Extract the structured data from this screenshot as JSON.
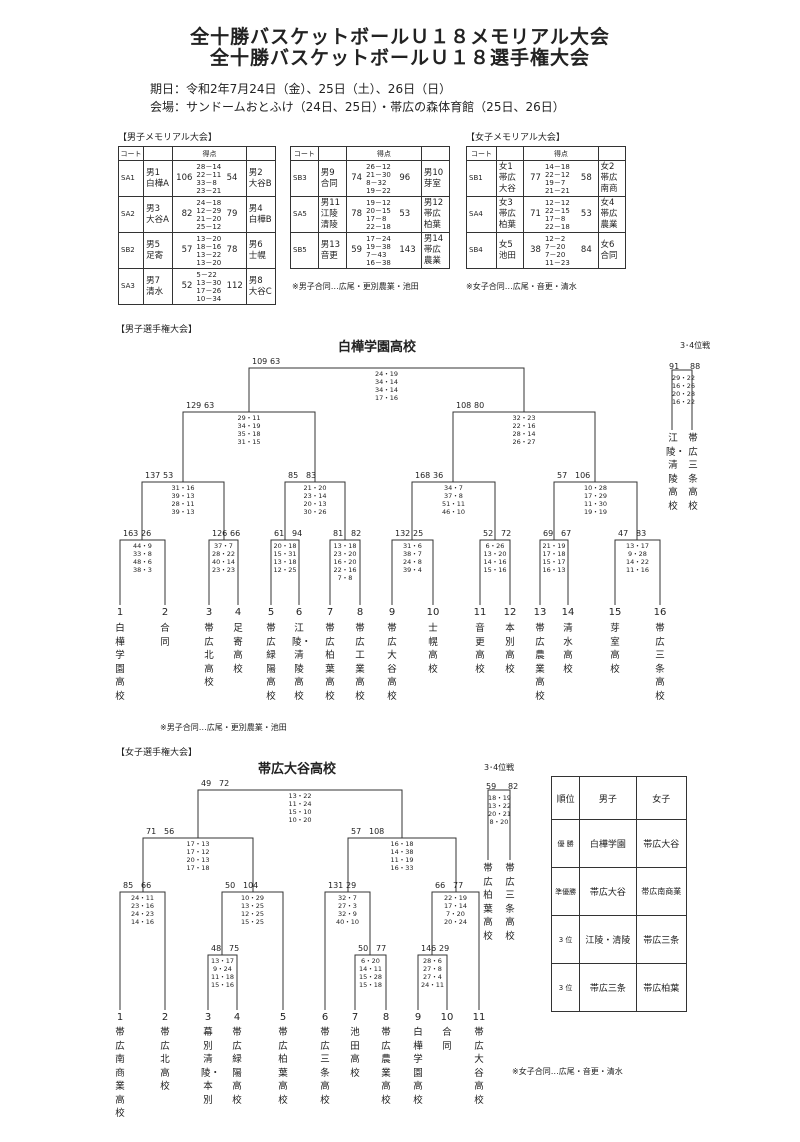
{
  "header": {
    "title1": "全十勝バスケットボールＵ１８メモリアル大会",
    "title2": "全十勝バスケットボールＵ１８選手権大会",
    "dates": "期日：令和2年7月24日（金）、25日（土）、26日（日）",
    "venue": "会場：サンドームおとふけ（24日、25日）・帯広の森体育館（25日、26日）"
  },
  "labels": {
    "boys_memorial": "【男子メモリアル大会】",
    "girls_memorial": "【女子メモリアル大会】",
    "boys_champ": "【男子選手権大会】",
    "girls_champ": "【女子選手権大会】",
    "court": "コート",
    "score": "得点",
    "third_place": "3･4位戦",
    "boys_note": "※男子合同…広尾・更別農業・池田",
    "girls_note": "※女子合同…広尾・音更・清水",
    "boys_champion": "白樺学園高校",
    "girls_champion": "帯広大谷高校"
  },
  "memorial_tables": [
    {
      "rows": [
        {
          "court": "SA1",
          "a_no": "男1",
          "a_name": "白樺A",
          "a": "106",
          "q": "28－14\n22－11\n33－8\n23－21",
          "b": "54",
          "b_no": "男2",
          "b_name": "大谷B"
        },
        {
          "court": "SA2",
          "a_no": "男3",
          "a_name": "大谷A",
          "a": "82",
          "q": "24－18\n12－29\n21－20\n25－12",
          "b": "79",
          "b_no": "男4",
          "b_name": "白樺B"
        },
        {
          "court": "SB2",
          "a_no": "男5",
          "a_name": "足寄",
          "a": "57",
          "q": "13－20\n18－16\n13－22\n13－20",
          "b": "78",
          "b_no": "男6",
          "b_name": "士幌"
        },
        {
          "court": "SA3",
          "a_no": "男7",
          "a_name": "清水",
          "a": "52",
          "q": "5－22\n13－30\n17－26\n10－34",
          "b": "112",
          "b_no": "男8",
          "b_name": "大谷C"
        }
      ]
    },
    {
      "rows": [
        {
          "court": "SB3",
          "a_no": "男9",
          "a_name": "合同",
          "a": "74",
          "q": "26－12\n21－30\n8－32\n19－22",
          "b": "96",
          "b_no": "男10",
          "b_name": "芽室"
        },
        {
          "court": "SA5",
          "a_no": "男11",
          "a_name": "江陵\n清陵",
          "a": "78",
          "q": "19－12\n20－15\n17－8\n22－18",
          "b": "53",
          "b_no": "男12",
          "b_name": "帯広\n柏葉"
        },
        {
          "court": "SB5",
          "a_no": "男13",
          "a_name": "音更",
          "a": "59",
          "q": "17－24\n19－38\n7－43\n16－38",
          "b": "143",
          "b_no": "男14",
          "b_name": "帯広\n農業"
        }
      ]
    },
    {
      "rows": [
        {
          "court": "SB1",
          "a_no": "女1",
          "a_name": "帯広\n大谷",
          "a": "77",
          "q": "14－18\n22－12\n19－7\n21－21",
          "b": "58",
          "b_no": "女2",
          "b_name": "帯広\n南商"
        },
        {
          "court": "SA4",
          "a_no": "女3",
          "a_name": "帯広\n柏葉",
          "a": "71",
          "q": "12－12\n22－15\n17－8\n22－18",
          "b": "53",
          "b_no": "女4",
          "b_name": "帯広\n農業"
        },
        {
          "court": "SB4",
          "a_no": "女5",
          "a_name": "池田",
          "a": "38",
          "q": "12－2\n7－20\n7－20\n11－23",
          "b": "84",
          "b_no": "女6",
          "b_name": "合同"
        }
      ]
    }
  ],
  "boys_teams": [
    {
      "no": "1",
      "name": "白樺学園高校"
    },
    {
      "no": "2",
      "name": "合同"
    },
    {
      "no": "3",
      "name": "帯広北高校"
    },
    {
      "no": "4",
      "name": "足寄高校"
    },
    {
      "no": "5",
      "name": "帯広緑陽高校"
    },
    {
      "no": "6",
      "name": "江陵・清陵高校"
    },
    {
      "no": "7",
      "name": "帯広柏葉高校"
    },
    {
      "no": "8",
      "name": "帯広工業高校"
    },
    {
      "no": "9",
      "name": "帯広大谷高校"
    },
    {
      "no": "10",
      "name": "士幌高校"
    },
    {
      "no": "11",
      "name": "音更高校"
    },
    {
      "no": "12",
      "name": "本別高校"
    },
    {
      "no": "13",
      "name": "帯広農業高校"
    },
    {
      "no": "14",
      "name": "清水高校"
    },
    {
      "no": "15",
      "name": "芽室高校"
    },
    {
      "no": "16",
      "name": "帯広三条高校"
    }
  ],
  "girls_teams": [
    {
      "no": "1",
      "name": "帯広南商業高校"
    },
    {
      "no": "2",
      "name": "帯広北高校"
    },
    {
      "no": "3",
      "name": "幕別清陵・本別"
    },
    {
      "no": "4",
      "name": "帯広緑陽高校"
    },
    {
      "no": "5",
      "name": "帯広柏葉高校"
    },
    {
      "no": "6",
      "name": "帯広三条高校"
    },
    {
      "no": "7",
      "name": "池田高校"
    },
    {
      "no": "8",
      "name": "帯広農業高校"
    },
    {
      "no": "9",
      "name": "白樺学園高校"
    },
    {
      "no": "10",
      "name": "合同"
    },
    {
      "no": "11",
      "name": "帯広大谷高校"
    }
  ],
  "boys_third": {
    "a": "江陵・清陵高校",
    "b": "帯広三条高校",
    "sa": "91",
    "sb": "88",
    "q": "29・22\n16・26\n20・28\n16・22"
  },
  "girls_third": {
    "a": "帯広柏葉高校",
    "b": "帯広三条高校",
    "sa": "59",
    "sb": "82",
    "q": "18・19\n13・22\n20・21\n8・20"
  },
  "boys_matches": [
    {
      "l": "163",
      "r": "26",
      "q": "44・9\n33・8\n48・6\n38・3"
    },
    {
      "l": "126",
      "r": "66",
      "q": "37・7\n28・22\n40・14\n23・23"
    },
    {
      "l": "61",
      "r": "94",
      "q": "20・18\n15・31\n13・18\n12・25"
    },
    {
      "l": "81",
      "r": "82",
      "q": "13・18\n23・20\n16・20\n22・16\n7・8"
    },
    {
      "l": "132",
      "r": "25",
      "q": "31・6\n38・7\n24・8\n39・4"
    },
    {
      "l": "52",
      "r": "72",
      "q": "6・26\n13・20\n14・16\n15・16"
    },
    {
      "l": "69",
      "r": "67",
      "q": "21・19\n17・18\n15・17\n16・13"
    },
    {
      "l": "47",
      "r": "83",
      "q": "13・17\n9・28\n14・22\n11・16"
    },
    {
      "l": "137",
      "r": "53",
      "q": "31・16\n39・13\n28・11\n39・13"
    },
    {
      "l": "85",
      "r": "83",
      "q": "21・20\n23・14\n20・13\n30・26"
    },
    {
      "l": "168",
      "r": "36",
      "q": "34・7\n37・8\n51・11\n46・10"
    },
    {
      "l": "57",
      "r": "106",
      "q": "10・28\n17・29\n11・30\n19・19"
    },
    {
      "l": "129",
      "r": "63",
      "q": "29・11\n34・19\n35・18\n31・15"
    },
    {
      "l": "108",
      "r": "80",
      "q": "32・23\n22・16\n28・14\n26・27"
    },
    {
      "l": "109",
      "r": "63",
      "q": "24・19\n34・14\n34・14\n17・16"
    }
  ],
  "girls_matches": [
    {
      "l": "48",
      "r": "75",
      "q": "13・17\n9・24\n11・18\n15・16"
    },
    {
      "l": "50",
      "r": "77",
      "q": "6・20\n14・11\n15・28\n15・18"
    },
    {
      "l": "146",
      "r": "29",
      "q": "28・6\n27・8\n27・4\n24・11"
    },
    {
      "l": "85",
      "r": "66",
      "q": "24・11\n23・16\n24・23\n14・16"
    },
    {
      "l": "50",
      "r": "104",
      "q": "10・29\n13・25\n12・25\n15・25"
    },
    {
      "l": "131",
      "r": "29",
      "q": "32・7\n27・3\n32・9\n40・10"
    },
    {
      "l": "66",
      "r": "77",
      "q": "22・19\n17・14\n7・20\n20・24"
    },
    {
      "l": "71",
      "r": "56",
      "q": "17・13\n17・12\n20・13\n17・18"
    },
    {
      "l": "57",
      "r": "108",
      "q": "16・18\n14・38\n11・19\n16・33"
    },
    {
      "l": "49",
      "r": "72",
      "q": "13・22\n11・24\n15・10\n10・20"
    }
  ],
  "summary": {
    "head": [
      "順位",
      "男子",
      "女子"
    ],
    "rows": [
      [
        "優 勝",
        "白樺学園",
        "帯広大谷"
      ],
      [
        "準優勝",
        "帯広大谷",
        "帯広南商業"
      ],
      [
        "3 位",
        "江陵・清陵",
        "帯広三条"
      ],
      [
        "3 位",
        "帯広三条",
        "帯広柏葉"
      ]
    ]
  }
}
